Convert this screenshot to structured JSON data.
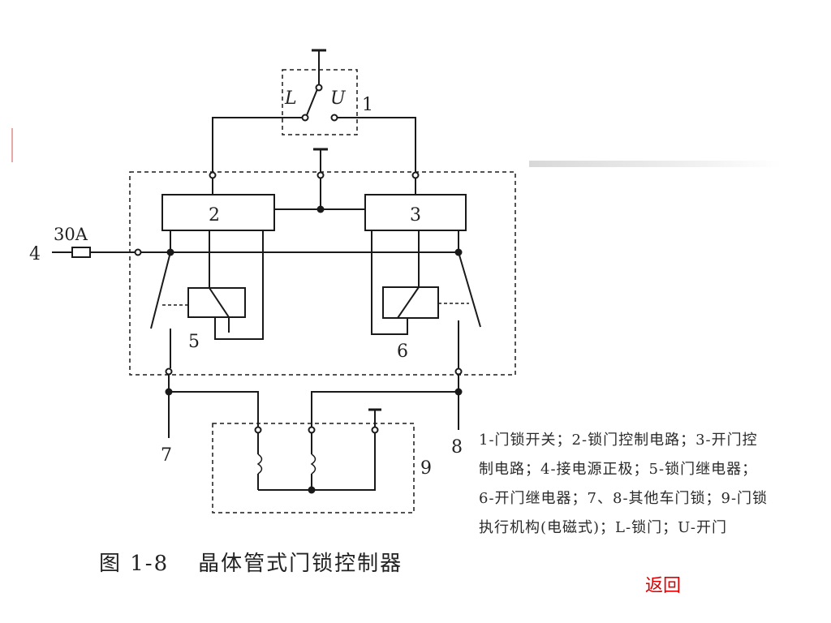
{
  "diagram": {
    "labels": {
      "switch_l": "L",
      "switch_u": "U",
      "n1": "1",
      "n2": "2",
      "n3": "3",
      "n4": "4",
      "fuse": "30A",
      "n5": "5",
      "n6": "6",
      "n7": "7",
      "n8": "8",
      "n9": "9"
    }
  },
  "legend": {
    "lines": [
      "1-门锁开关；2-锁门控制电路；3-开门控",
      "制电路；4-接电源正极；5-锁门继电器；",
      "6-开门继电器；7、8-其他车门锁；9-门锁",
      "执行机构(电磁式)；L-锁门；U-开门"
    ]
  },
  "caption": {
    "number": "图 1-8",
    "title": "晶体管式门锁控制器"
  },
  "nav": {
    "back_label": "返回"
  },
  "colors": {
    "line": "#1a1a1a",
    "back_link": "#e00000"
  }
}
